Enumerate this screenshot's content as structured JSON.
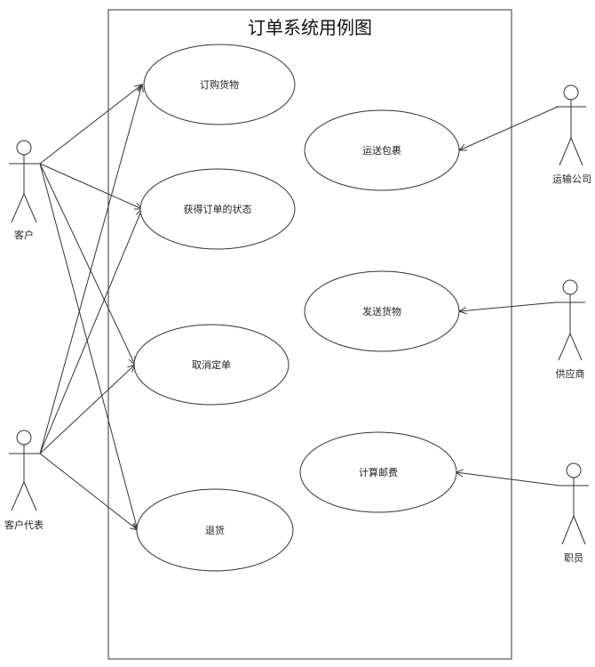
{
  "diagram": {
    "title": "订单系统用例图",
    "use_cases": [
      {
        "id": "uc1",
        "label": "订购货物"
      },
      {
        "id": "uc2",
        "label": "获得订单的状态"
      },
      {
        "id": "uc3",
        "label": "取消定单"
      },
      {
        "id": "uc4",
        "label": "退货"
      },
      {
        "id": "uc5",
        "label": "运送包裹"
      },
      {
        "id": "uc6",
        "label": "发送货物"
      },
      {
        "id": "uc7",
        "label": "计算邮费"
      }
    ],
    "actors": [
      {
        "id": "a1",
        "label": "客户"
      },
      {
        "id": "a2",
        "label": "客户代表"
      },
      {
        "id": "a3",
        "label": "运输公司"
      },
      {
        "id": "a4",
        "label": "供应商"
      },
      {
        "id": "a5",
        "label": "职员"
      }
    ],
    "associations": [
      {
        "from": "a1",
        "to": "uc1"
      },
      {
        "from": "a1",
        "to": "uc2"
      },
      {
        "from": "a1",
        "to": "uc3"
      },
      {
        "from": "a1",
        "to": "uc4"
      },
      {
        "from": "a2",
        "to": "uc1"
      },
      {
        "from": "a2",
        "to": "uc2"
      },
      {
        "from": "a2",
        "to": "uc3"
      },
      {
        "from": "a2",
        "to": "uc4"
      },
      {
        "from": "a3",
        "to": "uc5"
      },
      {
        "from": "a4",
        "to": "uc6"
      },
      {
        "from": "a5",
        "to": "uc7"
      }
    ]
  }
}
